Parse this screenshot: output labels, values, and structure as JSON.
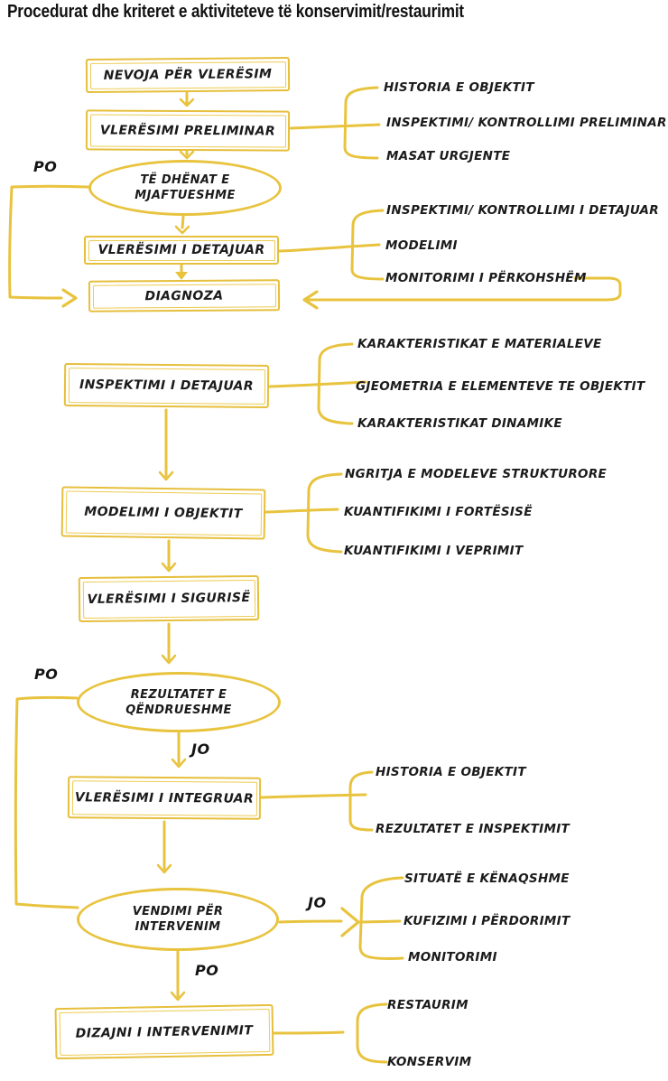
{
  "title": "Procedurat dhe kriteret e aktiviteteve të konservimit/restaurimit",
  "colors": {
    "accent": "#E8C33E",
    "text": "#1b1b1b",
    "background": "#ffffff"
  },
  "flow": {
    "boxes": [
      {
        "id": "nevoja-per-vleresim",
        "label": "NEVOJA PËR VLERËSIM"
      },
      {
        "id": "vleresimi-preliminar",
        "label": "VLERËSIMI PRELIMINAR"
      },
      {
        "id": "vleresimi-i-detajuar",
        "label": "VLERËSIMI I DETAJUAR"
      },
      {
        "id": "diagnoza",
        "label": "DIAGNOZA"
      },
      {
        "id": "inspektimi-i-detajuar",
        "label": "INSPEKTIMI I DETAJUAR"
      },
      {
        "id": "modelimi-i-objektit",
        "label": "MODELIMI I OBJEKTIT"
      },
      {
        "id": "vleresimi-i-sigurise",
        "label": "VLERËSIMI I SIGURISË"
      },
      {
        "id": "vleresimi-i-integruar",
        "label": "VLERËSIMI I INTEGRUAR"
      },
      {
        "id": "dizajni-i-intervenimit",
        "label": "DIZAJNI I INTERVENIMIT"
      }
    ],
    "decisions": [
      {
        "id": "te-dhenat-e-mjaftueshme",
        "line1": "TË DHËNAT E",
        "line2": "MJAFTUESHME"
      },
      {
        "id": "rezultatet-e-qendrueshme",
        "line1": "REZULTATET E",
        "line2": "QËNDRUESHME"
      },
      {
        "id": "vendimi-per-intervenim",
        "line1": "VENDIMI PËR",
        "line2": "INTERVENIM"
      }
    ],
    "edge_labels": {
      "po_data": "PO",
      "jo_results": "JO",
      "po_results": "PO",
      "jo_decision": "JO",
      "po_decision": "PO"
    },
    "branch_groups": [
      {
        "items": [
          "HISTORIA E OBJEKTIT",
          "INSPEKTIMI/ KONTROLLIMI PRELIMINAR",
          "MASAT URGJENTE"
        ]
      },
      {
        "items": [
          "INSPEKTIMI/ KONTROLLIMI I DETAJUAR",
          "MODELIMI",
          "MONITORIMI I PËRKOHSHËM"
        ]
      },
      {
        "items": [
          "KARAKTERISTIKAT E MATERIALEVE",
          "GJEOMETRIA E ELEMENTEVE TE OBJEKTIT",
          "KARAKTERISTIKAT DINAMIKE"
        ]
      },
      {
        "items": [
          "NGRITJA E MODELEVE STRUKTURORE",
          "KUANTIFIKIMI I FORTËSISË",
          "KUANTIFIKIMI I VEPRIMIT"
        ]
      },
      {
        "items": [
          "HISTORIA E OBJEKTIT",
          "REZULTATET E INSPEKTIMIT"
        ]
      },
      {
        "items": [
          "SITUATË E KËNAQSHME",
          "KUFIZIMI I PËRDORIMIT",
          "MONITORIMI"
        ]
      },
      {
        "items": [
          "RESTAURIM",
          "KONSERVIM"
        ]
      }
    ]
  }
}
